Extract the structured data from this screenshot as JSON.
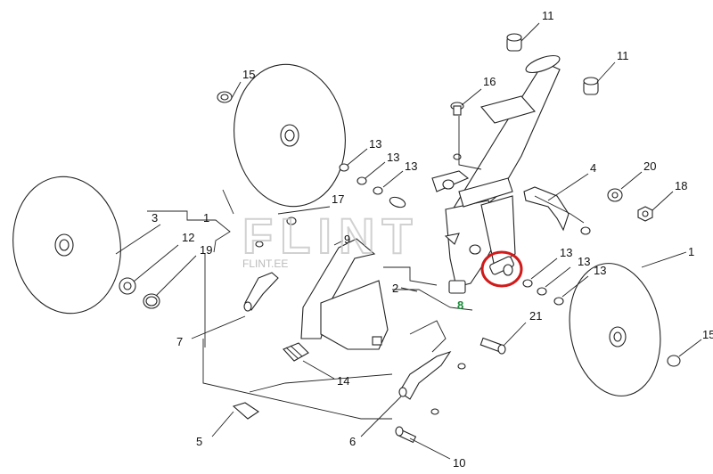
{
  "watermark": {
    "brand": "FLINT",
    "sub": "FLINT.EE"
  },
  "highlight_color": "#d11a1a",
  "accent_label_color": "#1a8a3a",
  "callouts": [
    {
      "key": "c11a",
      "text": "11"
    },
    {
      "key": "c11b",
      "text": "11"
    },
    {
      "key": "c16",
      "text": "16"
    },
    {
      "key": "c15a",
      "text": "15"
    },
    {
      "key": "c13a",
      "text": "13"
    },
    {
      "key": "c13b",
      "text": "13"
    },
    {
      "key": "c13c",
      "text": "13"
    },
    {
      "key": "c4",
      "text": "4"
    },
    {
      "key": "c20",
      "text": "20"
    },
    {
      "key": "c18",
      "text": "18"
    },
    {
      "key": "c17",
      "text": "17"
    },
    {
      "key": "c9",
      "text": "9"
    },
    {
      "key": "c3",
      "text": "3"
    },
    {
      "key": "c1",
      "text": "1"
    },
    {
      "key": "c12",
      "text": "12"
    },
    {
      "key": "c19",
      "text": "19"
    },
    {
      "key": "c13d",
      "text": "13"
    },
    {
      "key": "c13e",
      "text": "13"
    },
    {
      "key": "c13f",
      "text": "13"
    },
    {
      "key": "c1b",
      "text": "1"
    },
    {
      "key": "c2",
      "text": "2"
    },
    {
      "key": "c8",
      "text": "8"
    },
    {
      "key": "c21",
      "text": "21"
    },
    {
      "key": "c15b",
      "text": "15"
    },
    {
      "key": "c7",
      "text": "7"
    },
    {
      "key": "c14",
      "text": "14"
    },
    {
      "key": "c5",
      "text": "5"
    },
    {
      "key": "c6",
      "text": "6"
    },
    {
      "key": "c10",
      "text": "10"
    }
  ]
}
